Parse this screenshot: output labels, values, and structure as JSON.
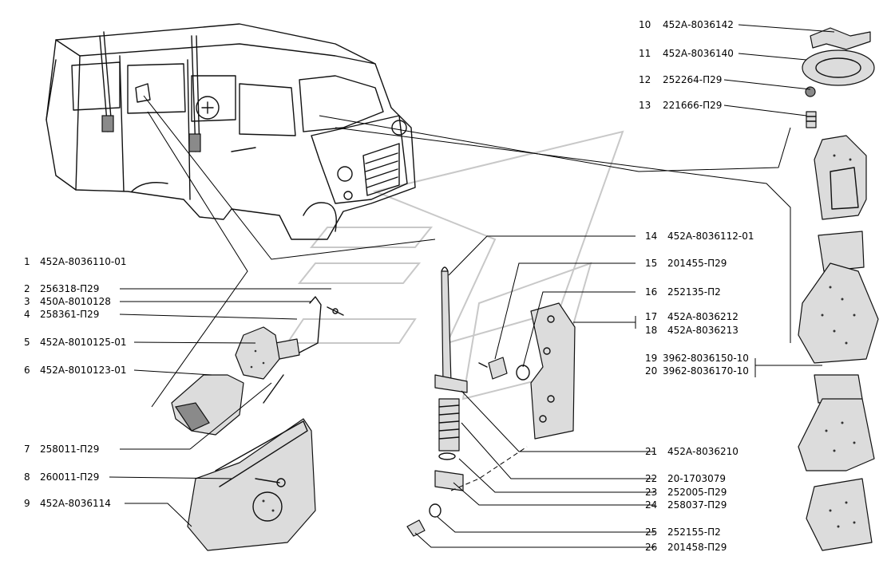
{
  "parts": [
    {
      "num": "1",
      "code": "452А-8036110-01"
    },
    {
      "num": "2",
      "code": "256318-П29"
    },
    {
      "num": "3",
      "code": "450А-8010128"
    },
    {
      "num": "4",
      "code": "258361-П29"
    },
    {
      "num": "5",
      "code": "452А-8010125-01"
    },
    {
      "num": "6",
      "code": "452А-8010123-01"
    },
    {
      "num": "7",
      "code": "258011-П29"
    },
    {
      "num": "8",
      "code": "260011-П29"
    },
    {
      "num": "9",
      "code": "452А-8036114"
    },
    {
      "num": "10",
      "code": "452А-8036142"
    },
    {
      "num": "11",
      "code": "452А-8036140"
    },
    {
      "num": "12",
      "code": "252264-П29"
    },
    {
      "num": "13",
      "code": "221666-П29"
    },
    {
      "num": "14",
      "code": "452А-8036112-01"
    },
    {
      "num": "15",
      "code": "201455-П29"
    },
    {
      "num": "16",
      "code": "252135-П2"
    },
    {
      "num": "17",
      "code": "452А-8036212"
    },
    {
      "num": "18",
      "code": "452А-8036213"
    },
    {
      "num": "19",
      "code": "3962-8036150-10"
    },
    {
      "num": "20",
      "code": "3962-8036170-10"
    },
    {
      "num": "21",
      "code": "452А-8036210"
    },
    {
      "num": "22",
      "code": "20-1703079"
    },
    {
      "num": "23",
      "code": "252005-П29"
    },
    {
      "num": "24",
      "code": "258037-П29"
    },
    {
      "num": "25",
      "code": "252155-П2"
    },
    {
      "num": "26",
      "code": "201458-П29"
    }
  ]
}
